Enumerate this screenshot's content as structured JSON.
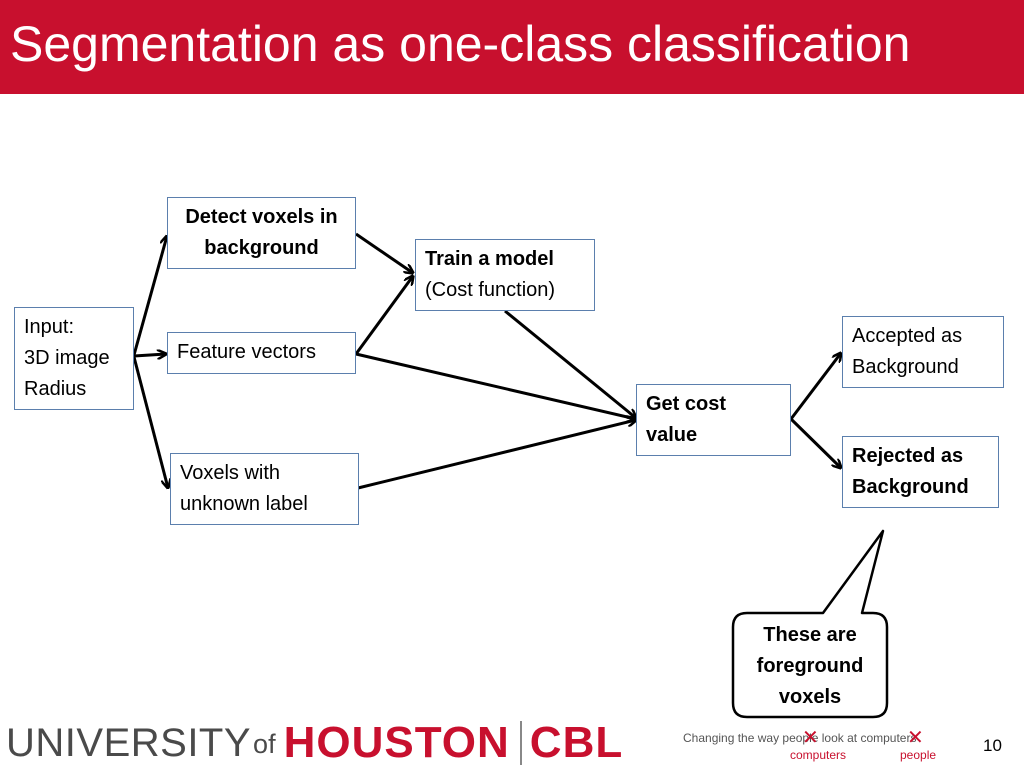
{
  "slide": {
    "title": "Segmentation as one-class classification",
    "page_number": "10"
  },
  "boxes": {
    "input": [
      "Input:",
      "3D image",
      "Radius"
    ],
    "detect": [
      "Detect voxels in",
      "background"
    ],
    "feature": [
      "Feature vectors"
    ],
    "unknown": [
      "Voxels with",
      "unknown label"
    ],
    "train_bold": "Train a model",
    "train_normal": "(Cost function)",
    "getcost": [
      "Get cost",
      "value"
    ],
    "accepted": [
      "Accepted as",
      "Background"
    ],
    "rejected": [
      "Rejected as",
      "Background"
    ]
  },
  "callout": [
    "These are",
    "foreground",
    "voxels"
  ],
  "footer": {
    "university": "UNIVERSITY",
    "of": "of",
    "houston": "HOUSTON",
    "cbl": "CBL",
    "tagline": "Changing the way people look at computers",
    "sub_left": "computers",
    "sub_right": "people"
  },
  "colors": {
    "brand_red": "#c8102e",
    "box_border": "#5b7fad"
  }
}
